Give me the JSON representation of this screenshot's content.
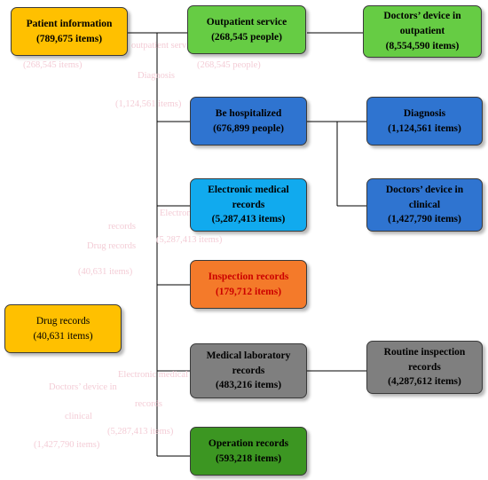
{
  "colors": {
    "line": "#000000",
    "yellow": "#ffc000",
    "lightgreen": "#66cc44",
    "blue": "#2f74d0",
    "cyan": "#11aaee",
    "orange": "#f47a2a",
    "gray": "#7f7f7f",
    "darkgreen": "#3c9622"
  },
  "nodes": {
    "patient_info": {
      "title": "Patient information",
      "count": "(789,675 items)",
      "color": "#ffc000",
      "text_color": "#000000"
    },
    "outpatient_service": {
      "title": "Outpatient service",
      "count": "(268,545 people)",
      "color": "#66cc44",
      "text_color": "#000000"
    },
    "doctors_device_outpatient": {
      "title": "Doctors’ device in\noutpatient",
      "count": "(8,554,590 items)",
      "color": "#66cc44",
      "text_color": "#000000"
    },
    "be_hospitalized": {
      "title": "Be hospitalized",
      "count": "(676,899 people)",
      "color": "#2f74d0",
      "text_color": "#000000"
    },
    "diagnosis": {
      "title": "Diagnosis",
      "count": "(1,124,561 items)",
      "color": "#2f74d0",
      "text_color": "#000000"
    },
    "doctors_device_clinical": {
      "title": "Doctors’ device in\nclinical",
      "count": "(1,427,790 items)",
      "color": "#2f74d0",
      "text_color": "#000000"
    },
    "emr": {
      "title": "Electronic medical\nrecords",
      "count": "(5,287,413 items)",
      "color": "#11aaee",
      "text_color": "#000000"
    },
    "inspection": {
      "title": "Inspection records",
      "count": "(179,712 items)",
      "color": "#f47a2a",
      "text_color": "#cc0000"
    },
    "drug": {
      "title": "Drug records",
      "count": "(40,631 items)",
      "color": "#ffc000",
      "text_color": "#000000"
    },
    "medlab": {
      "title": "Medical laboratory\nrecords",
      "count": "(483,216 items)",
      "color": "#7f7f7f",
      "text_color": "#000000"
    },
    "routine": {
      "title": "Routine inspection\nrecords",
      "count": "(4,287,612 items)",
      "color": "#7f7f7f",
      "text_color": "#000000"
    },
    "operation": {
      "title": "Operation records",
      "count": "(593,218 items)",
      "color": "#3c9622",
      "text_color": "#000000"
    }
  },
  "ghost_text": {
    "g1": "outpatient service",
    "g2": "(268,545 items)",
    "g3": "(268,545 people)",
    "g4": "Diagnosis",
    "g5": "(1,124,561 items)",
    "g6": "Electronic medical",
    "g7": "records",
    "g8": "(5,287,413 items)",
    "g9": "Drug records",
    "g10": "(40,631 items)",
    "g11": "Electronic medical",
    "g12": "Doctors’ device in",
    "g13": "records",
    "g14": "clinical",
    "g15": "(5,287,413 items)",
    "g16": "(1,427,790 items)"
  }
}
